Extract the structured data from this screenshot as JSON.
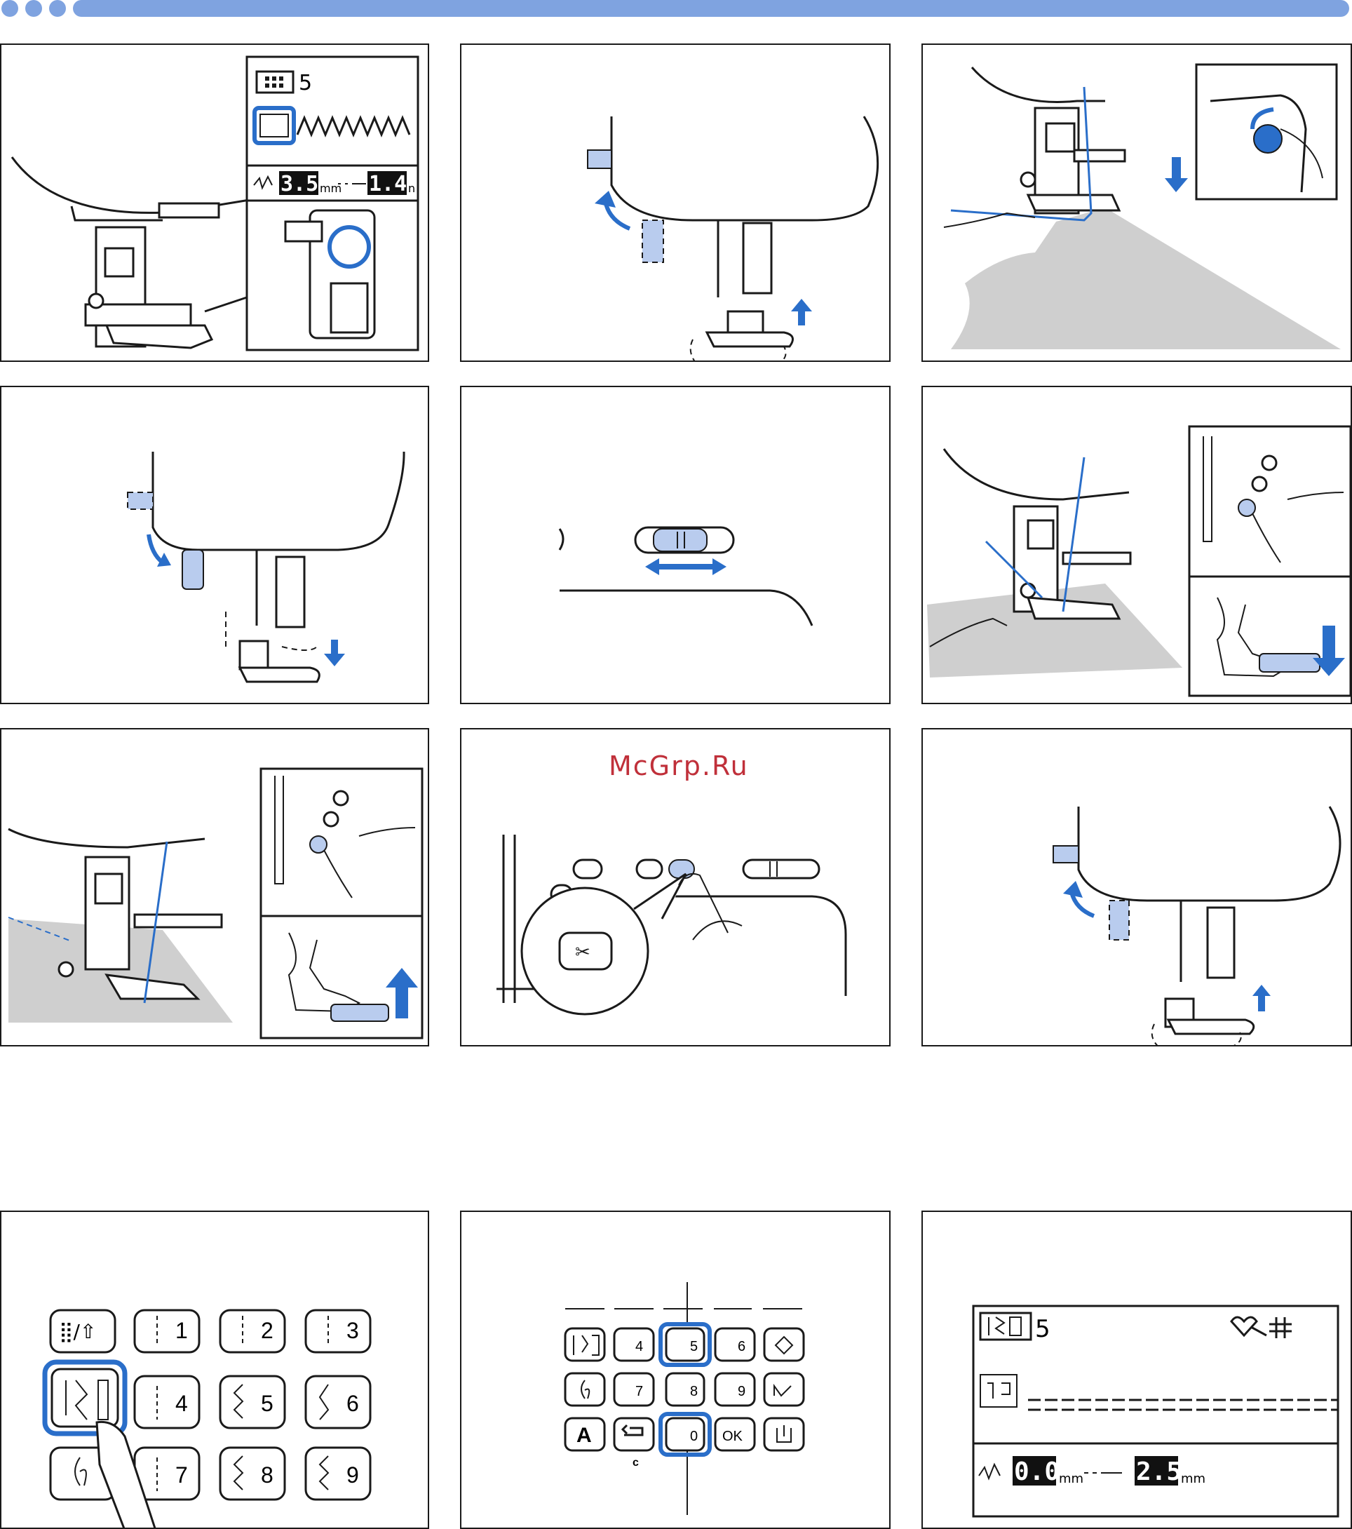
{
  "watermark": "McGrp.Ru",
  "colors": {
    "accent": "#2a6ec9",
    "highlight": "#b9ccee",
    "header_bar": "#7fa3e0",
    "fabric": "#cfcfcf",
    "watermark": "#c0303a"
  },
  "lcd_top": {
    "pattern_number": "5",
    "width_value": "3.5",
    "width_unit": "mm",
    "length_value": "1.4",
    "length_unit": "n"
  },
  "keypad_large": {
    "keys": [
      "1",
      "2",
      "3",
      "4",
      "5",
      "6",
      "7",
      "8",
      "9"
    ]
  },
  "keypad_small": {
    "row1": [
      "4",
      "5",
      "6"
    ],
    "row2": [
      "7",
      "8",
      "9"
    ],
    "row3": {
      "letter_key": "A",
      "zero_key": "0",
      "ok_key": "OK",
      "back_label": "c"
    }
  },
  "lcd_bottom": {
    "pattern_number": "5",
    "width_value": "0.0",
    "width_unit": "mm",
    "length_value": "2.5",
    "length_unit": "mm"
  }
}
